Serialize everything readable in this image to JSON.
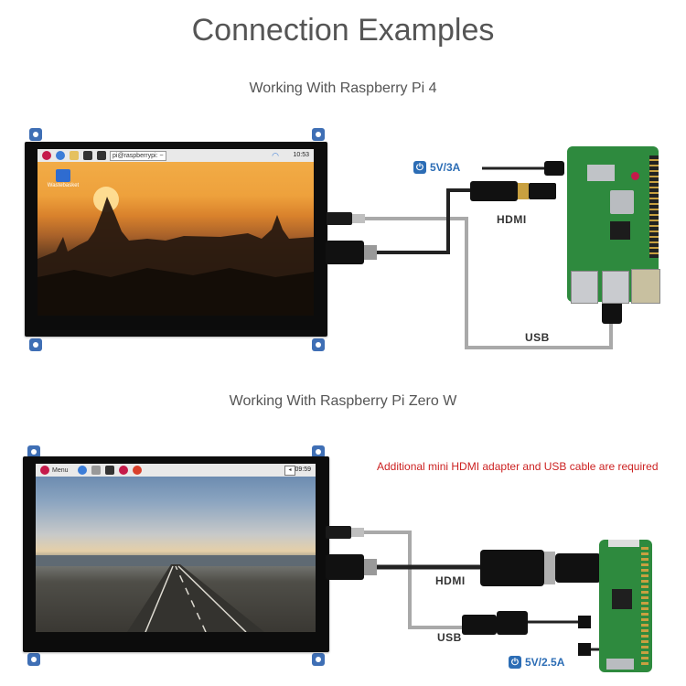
{
  "page": {
    "title": "Connection Examples"
  },
  "section1": {
    "title": "Working With Raspberry Pi 4",
    "taskbar": {
      "terminal_text": "pi@raspberrypi: ~",
      "time": "10:53"
    },
    "desktop_icon_label": "Wastebasket",
    "power_label": "5V/3A",
    "hdmi_label": "HDMI",
    "usb_label": "USB"
  },
  "section2": {
    "title": "Working With Raspberry Pi Zero W",
    "note": "Additional mini HDMI adapter and USB cable are required",
    "taskbar": {
      "menu_label": "Menu",
      "time": "09:59"
    },
    "hdmi_label": "HDMI",
    "usb_label": "USB",
    "power_label": "5V/2.5A"
  },
  "icons": {
    "power": "power-icon",
    "raspberry": "raspberry-logo-icon",
    "wifi": "wifi-icon",
    "speaker": "speaker-icon"
  },
  "colors": {
    "accent_blue": "#2c6db5",
    "note_red": "#cc2222",
    "pcb_green": "#2e8a3e"
  }
}
